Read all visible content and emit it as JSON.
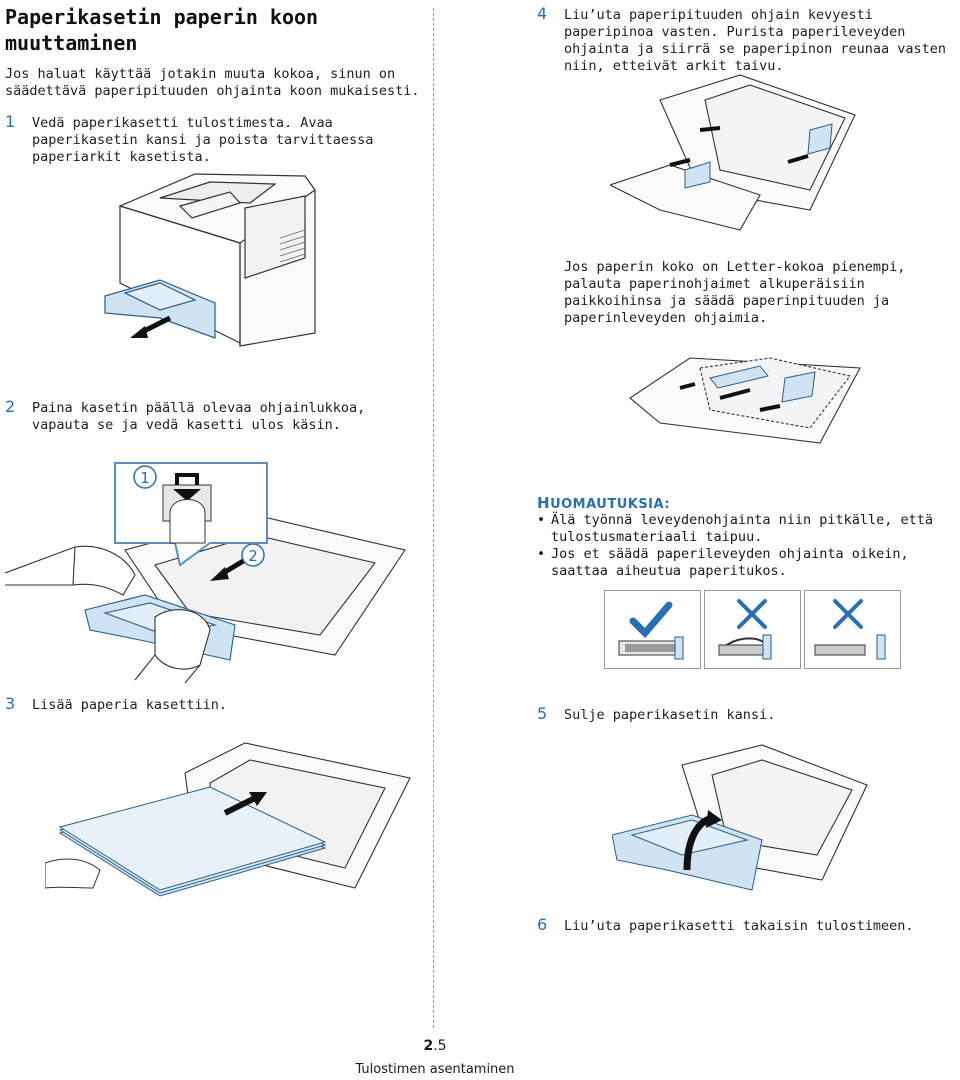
{
  "title": "Paperikasetin paperin koon muuttaminen",
  "intro": "Jos haluat käyttää jotakin muuta kokoa, sinun on säädettävä paperipituuden ohjainta koon mukaisesti.",
  "steps": [
    {
      "num": "1",
      "text": "Vedä paperikasetti tulostimesta. Avaa paperikasetin kansi ja poista tarvittaessa paperiarkit kasetista."
    },
    {
      "num": "2",
      "text": "Paina kasetin päällä olevaa ohjainlukkoa, vapauta se ja vedä kasetti ulos käsin."
    },
    {
      "num": "3",
      "text": "Lisää paperia kasettiin."
    },
    {
      "num": "4",
      "text": "Liu’uta paperipituuden ohjain kevyesti paperipinoa vasten. Purista paperileveyden ohjainta ja siirrä se paperipinon reunaa vasten niin, etteivät arkit taivu."
    },
    {
      "num": "5",
      "text": "Sulje paperikasetin kansi."
    },
    {
      "num": "6",
      "text": "Liu’uta paperikasetti takaisin tulostimeen."
    }
  ],
  "letter_note": "Jos paperin koko on Letter-kokoa pienempi, palauta paperinohjaimet alkuperäisiin paikkoihinsa ja säädä paperinpituuden ja paperinleveyden ohjaimia.",
  "callouts": {
    "one": "1",
    "two": "2"
  },
  "note": {
    "heading_first": "H",
    "heading_rest": "UOMAUTUKSIA",
    "heading_colon": ":",
    "items": [
      "Älä työnnä leveydenohjainta niin pitkälle, että tulostusmateriaali taipuu.",
      "Jos et säädä paperileveyden ohjainta oikein, saattaa aiheutua paperitukos."
    ]
  },
  "footer": {
    "chapter": "2",
    "page": ".5",
    "title": "Tulostimen asentaminen"
  },
  "colors": {
    "accent": "#2a6fb5",
    "tray_blue": "#cfe3f3",
    "tray_blue_dark": "#7fb2d9"
  }
}
